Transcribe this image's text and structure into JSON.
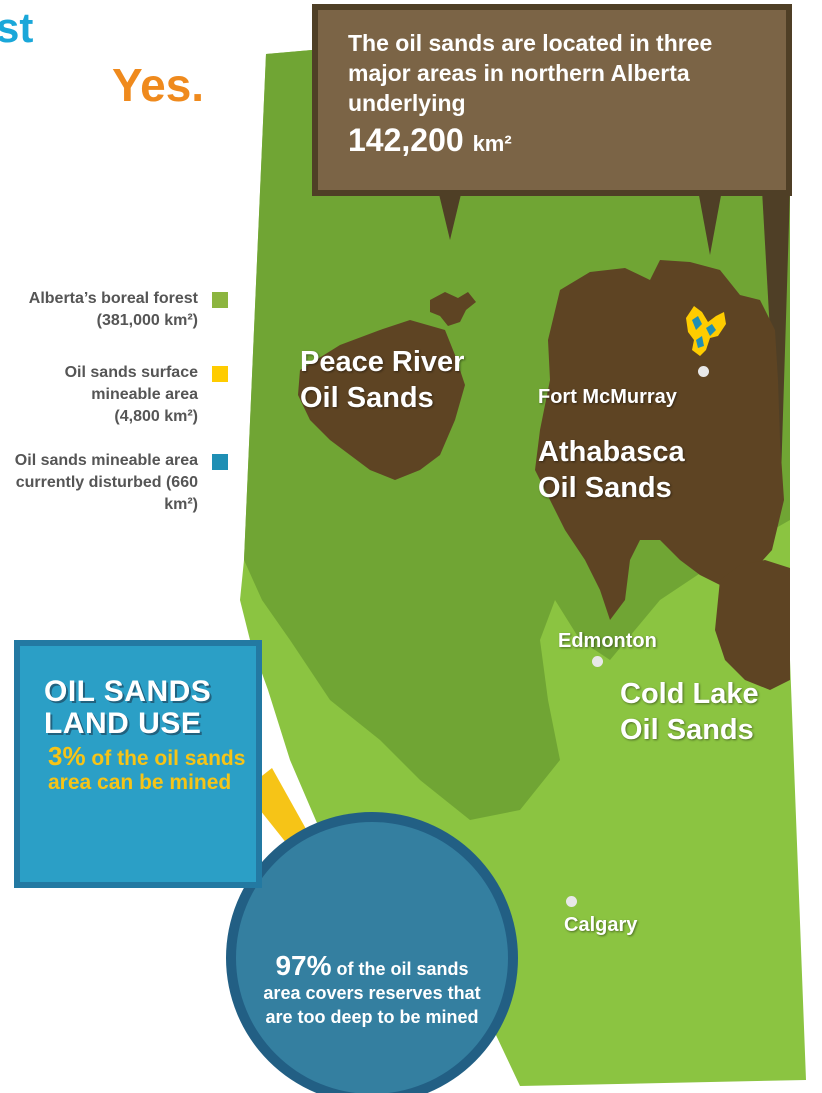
{
  "heading": {
    "fragment": "st",
    "yes": "Yes."
  },
  "callout": {
    "text": "The oil sands are located in three major areas in northern Alberta underlying",
    "value": "142,200",
    "unit": "km²"
  },
  "legend": [
    {
      "label": "Alberta’s boreal forest (381,000 km²)",
      "color": "#8cb53f"
    },
    {
      "label": "Oil sands surface mineable area (4,800 km²)",
      "color": "#ffcc00"
    },
    {
      "label": "Oil sands mineable area currently disturbed (660 km²)",
      "color": "#1f8fb4"
    }
  ],
  "regions": {
    "peace_river": "Peace River Oil Sands",
    "athabasca": "Athabasca Oil Sands",
    "cold_lake": "Cold Lake Oil Sands"
  },
  "cities": {
    "fort_mcmurray": "Fort McMurray",
    "edmonton": "Edmonton",
    "calgary": "Calgary"
  },
  "land_use": {
    "title_line1": "OIL SANDS",
    "title_line2": "LAND USE",
    "mined_pct": "3%",
    "mined_text": "of the oil sands area can be mined",
    "deep_pct": "97%",
    "deep_text": "of the oil sands area covers reserves that are too deep to be mined"
  },
  "colors": {
    "light_green": "#8bc441",
    "boreal_green": "#70a534",
    "oil_brown": "#5e4423",
    "callout_bg": "#7b6446",
    "panel_blue": "#2b9fc6",
    "circle_blue": "#347fa0",
    "pie_yellow": "#f6c417",
    "heading_blue": "#1aa7d9",
    "heading_orange": "#ef8a1d"
  }
}
